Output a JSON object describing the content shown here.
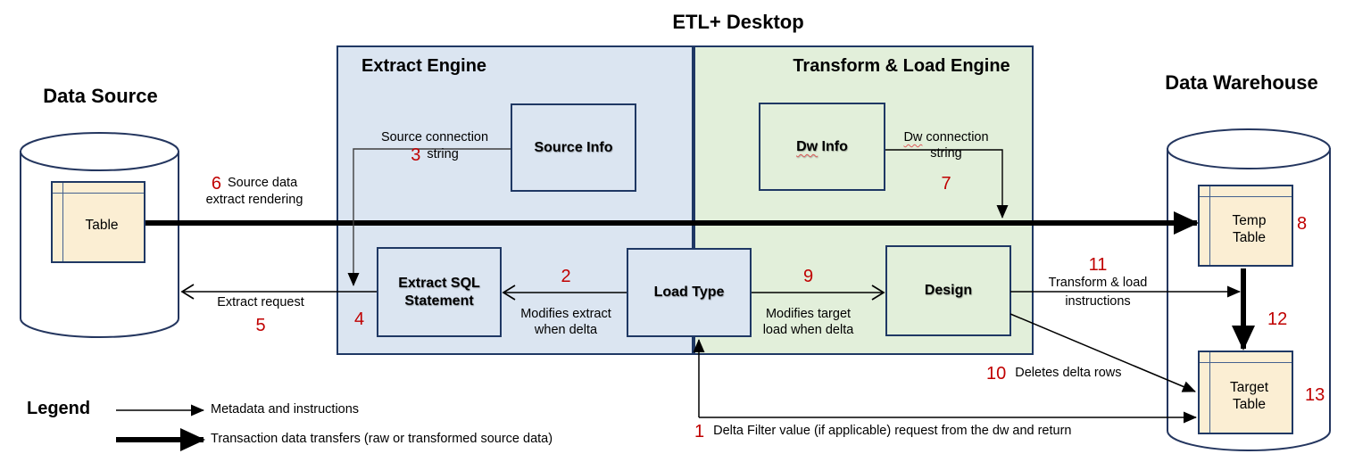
{
  "title": "ETL+ Desktop",
  "data_source": {
    "title": "Data Source",
    "table": "Table"
  },
  "data_warehouse": {
    "title": "Data Warehouse",
    "temp_table": "Temp\nTable",
    "target_table": "Target\nTable"
  },
  "extract_engine": {
    "title": "Extract Engine",
    "source_info": "Source Info",
    "extract_sql": "Extract SQL\nStatement"
  },
  "transform_engine": {
    "title": "Transform & Load Engine",
    "dw_info_dw": "Dw",
    "dw_info_rest": " Info",
    "load_type": "Load Type",
    "design": "Design"
  },
  "flows": {
    "f1": {
      "num": "1",
      "text": "Delta Filter value (if applicable) request from the dw and return"
    },
    "f2": {
      "num": "2",
      "text": "Modifies extract\nwhen delta"
    },
    "f3": {
      "num": "3",
      "line1": "Source connection",
      "line2": "string"
    },
    "f4": {
      "num": "4"
    },
    "f5": {
      "num": "5",
      "text": "Extract request"
    },
    "f6": {
      "num": "6",
      "line1": "Source data",
      "line2": "extract rendering"
    },
    "f7": {
      "num": "7",
      "line1_dw": "Dw",
      "line1_rest": " connection",
      "line2": "string"
    },
    "f8": {
      "num": "8"
    },
    "f9": {
      "num": "9",
      "text": "Modifies target\nload when delta"
    },
    "f10": {
      "num": "10",
      "text": "Deletes delta rows"
    },
    "f11": {
      "num": "11",
      "line1": "Transform & load",
      "line2": "instructions"
    },
    "f12": {
      "num": "12"
    },
    "f13": {
      "num": "13"
    }
  },
  "legend": {
    "title": "Legend",
    "thin": "Metadata and instructions",
    "thick": "Transaction data transfers (raw or transformed  source data)"
  },
  "colors": {
    "engine_blue": "#dbe5f1",
    "engine_green": "#e2efda",
    "table_fill": "#fbeed3",
    "border_navy": "#1f3864",
    "number_red": "#c00000"
  }
}
